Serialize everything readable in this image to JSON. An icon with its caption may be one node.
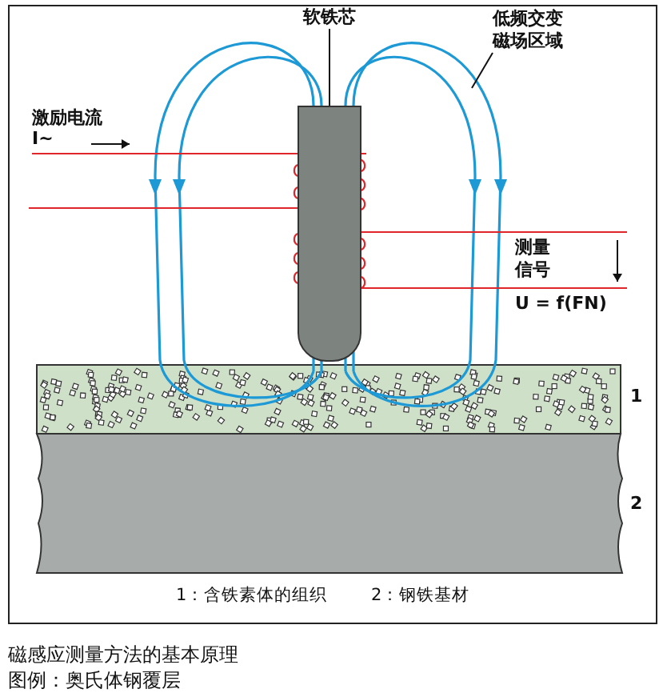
{
  "diagram": {
    "caption": "磁感应测量方法的基本原理",
    "nodes": [
      {
        "text": [
          "软铁芯"
        ]
      },
      {
        "text": [],
        "shape": "bar"
      },
      {
        "text": [
          "低频交变磁场区域"
        ]
      }
    ],
    "edges": [
      {
        "from": 0,
        "to": 1,
        "arrow": "none"
      },
      {
        "from": 2,
        "to": null,
        "arrow": "none"
      }
    ],
    "labels": [
      "激励电流",
      "I~",
      "测量信号",
      "U = f(FN)",
      "1",
      "2",
      "1：含铁素体的组织",
      "2：钢铁基材",
      "图例：奥氏体钢覆层"
    ]
  }
}
